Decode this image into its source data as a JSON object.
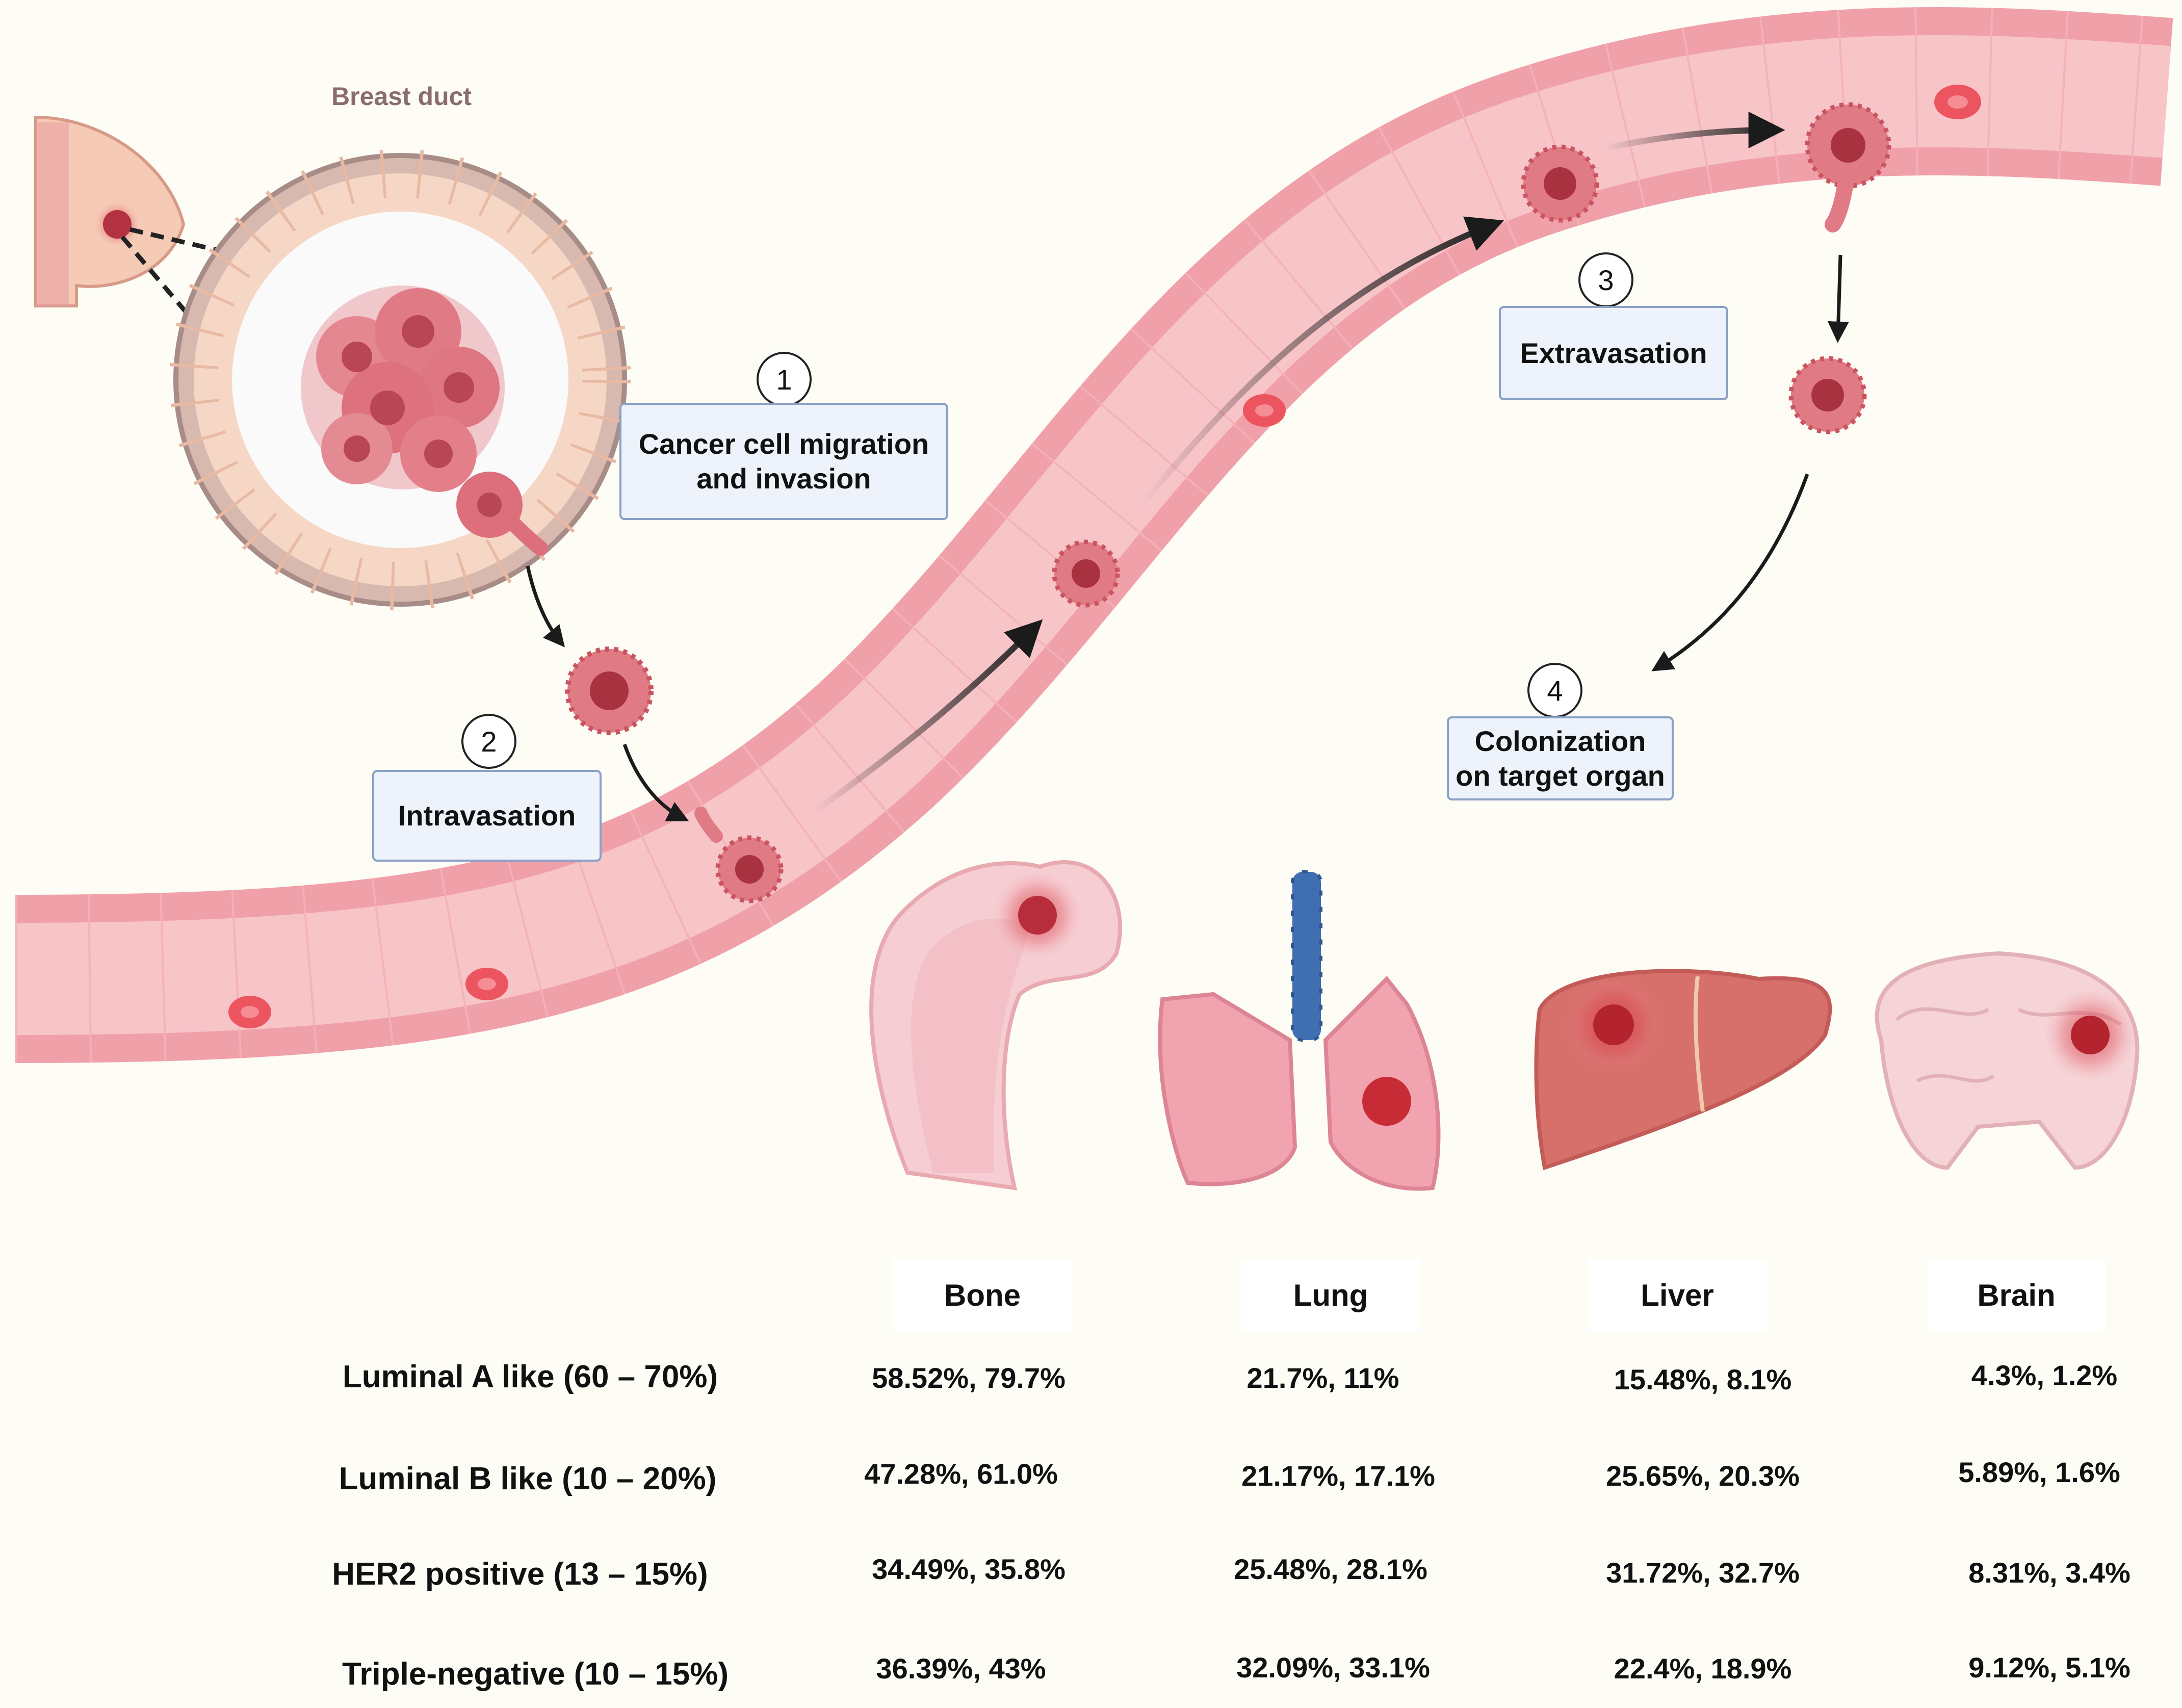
{
  "breast_duct_title": "Breast duct",
  "steps": [
    {
      "number": "1",
      "label_lines": [
        "Cancer cell migration",
        "and invasion"
      ]
    },
    {
      "number": "2",
      "label_lines": [
        "Intravasation"
      ]
    },
    {
      "number": "3",
      "label_lines": [
        "Extravasation"
      ]
    },
    {
      "number": "4",
      "label_lines": [
        "Colonization",
        "on target organ"
      ]
    }
  ],
  "organs": [
    "Bone",
    "Lung",
    "Liver",
    "Brain"
  ],
  "table": {
    "columns": [
      "Bone",
      "Lung",
      "Liver",
      "Brain"
    ],
    "rows": [
      {
        "label": "Luminal A like (60 – 70%)",
        "values": [
          "58.52%, 79.7%",
          "21.7%, 11%",
          "15.48%,  8.1%",
          "4.3%, 1.2%"
        ]
      },
      {
        "label": "Luminal B like (10 – 20%)",
        "values": [
          "47.28%, 61.0%",
          "21.17%, 17.1%",
          "25.65%,  20.3%",
          "5.89%, 1.6%"
        ]
      },
      {
        "label": "HER2 positive (13 – 15%)",
        "values": [
          "34.49%, 35.8%",
          "25.48%, 28.1%",
          "31.72%, 32.7%",
          "8.31%, 3.4%"
        ]
      },
      {
        "label": "Triple-negative (10 – 15%)",
        "values": [
          "36.39%, 43%",
          "32.09%, 33.1%",
          "22.4%, 18.9%",
          "9.12%, 5.1%"
        ]
      }
    ]
  },
  "colors": {
    "background": "#fdfcf5",
    "vessel_wall": "#f2a6ad",
    "vessel_lumen": "#f8c9cc",
    "cancer_cell": "#d9626d",
    "cancer_core": "#a8323f",
    "label_fill": "#eef3fb",
    "label_border": "#8aa0c6",
    "trachea": "#3f6fb0"
  }
}
